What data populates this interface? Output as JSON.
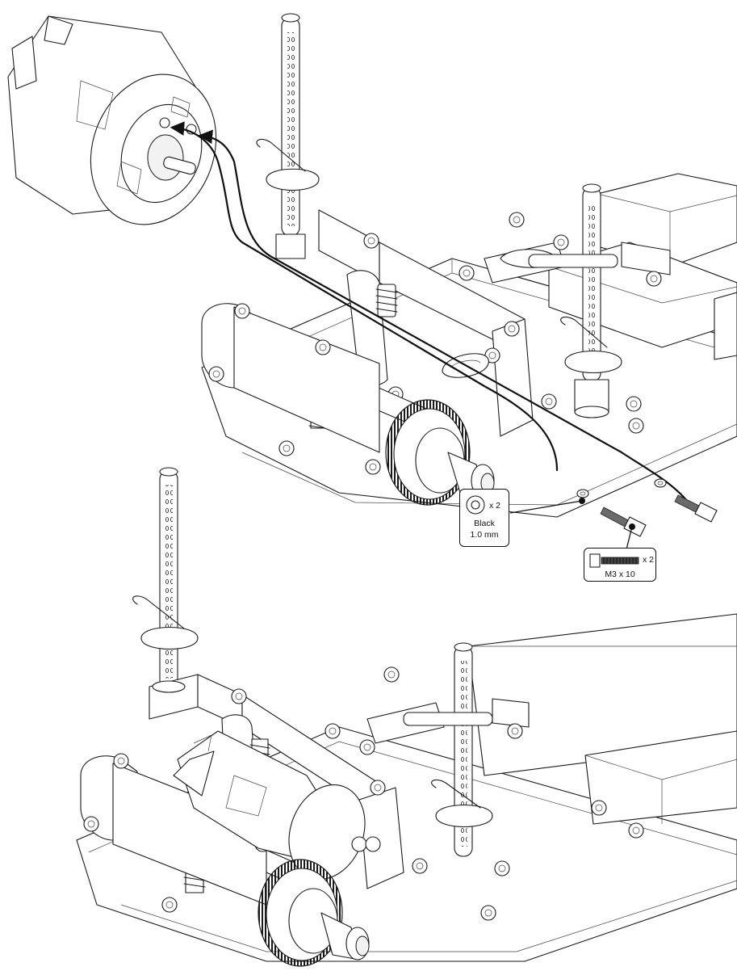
{
  "callouts": {
    "washer": {
      "icon": "washer-icon",
      "quantity": "x 2",
      "line1": "Black",
      "line2": "1.0 mm"
    },
    "screw": {
      "icon": "cap-screw-icon",
      "quantity": "x 2",
      "label": "M3 x 10"
    }
  },
  "colors": {
    "line": "#1a1a1a",
    "background": "#ffffff",
    "shade": "#f2f2f2"
  }
}
